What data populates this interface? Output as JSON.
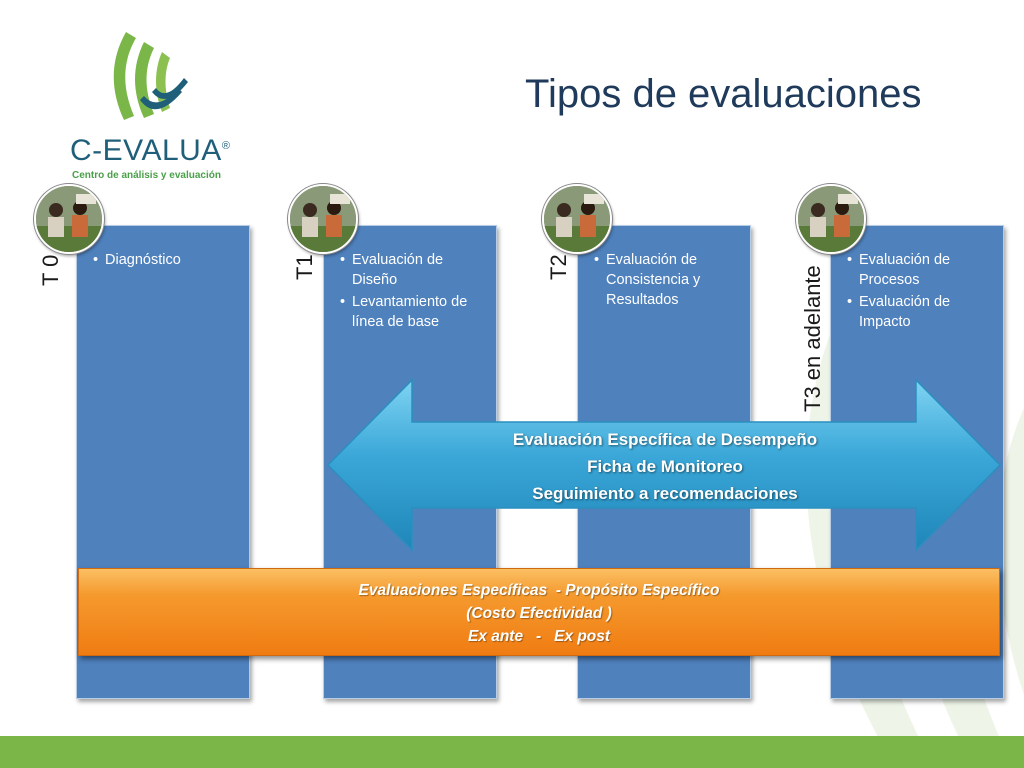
{
  "logo": {
    "name": "C-EVALUA",
    "reg": "®",
    "tagline": "Centro de análisis y evaluación"
  },
  "title": "Tipos de evaluaciones",
  "columns": [
    {
      "label": "T 0",
      "items": [
        "Diagnóstico"
      ]
    },
    {
      "label": "T1",
      "items": [
        "Evaluación de Diseño",
        "Levantamiento de línea de base"
      ]
    },
    {
      "label": "T2",
      "items": [
        "Evaluación de Consistencia y Resultados"
      ]
    },
    {
      "label": "T3 en adelante",
      "items": [
        "Evaluación de Procesos",
        "Evaluación de Impacto"
      ]
    }
  ],
  "arrow": {
    "lines": [
      "Evaluación Específica de Desempeño",
      "Ficha de Monitoreo",
      "Seguimiento a recomendaciones"
    ]
  },
  "banner": {
    "lines": [
      "Evaluaciones Específicas  - Propósito Específico",
      "(Costo Efectividad )",
      "Ex ante   -   Ex post"
    ]
  },
  "colors": {
    "column_fill": "#4f81bd",
    "arrow_fill": "#3aa7d8",
    "banner_fill": "#f07c12",
    "brand_green": "#7ab648",
    "title_color": "#1f3a5a"
  }
}
